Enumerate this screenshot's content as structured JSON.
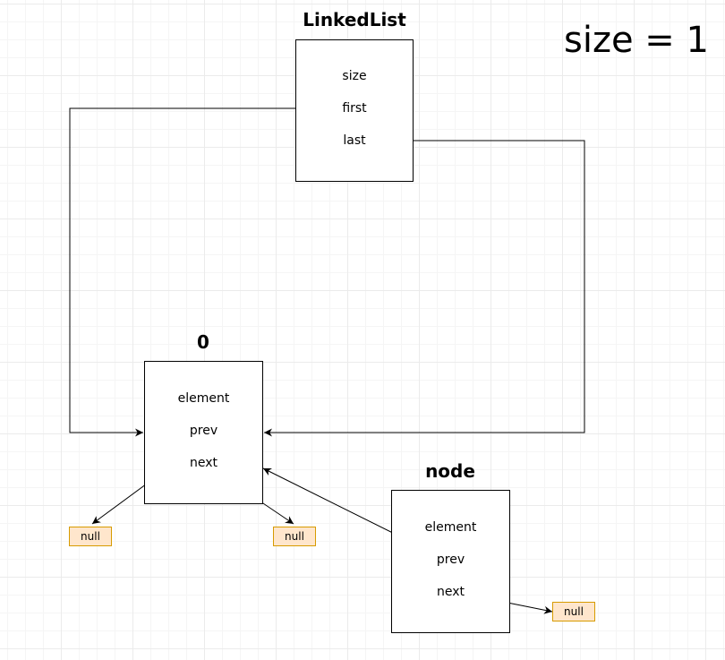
{
  "size_label": "size = 1",
  "linkedlist": {
    "title": "LinkedList",
    "fields": [
      "size",
      "first",
      "last"
    ]
  },
  "node0": {
    "title": "0",
    "fields": [
      "element",
      "prev",
      "next"
    ]
  },
  "node": {
    "title": "node",
    "fields": [
      "element",
      "prev",
      "next"
    ]
  },
  "nulls": [
    "null",
    "null",
    "null"
  ],
  "colors": {
    "null_fill": "#ffe6cc",
    "null_stroke": "#d79b00",
    "grid": "#ebebeb"
  }
}
